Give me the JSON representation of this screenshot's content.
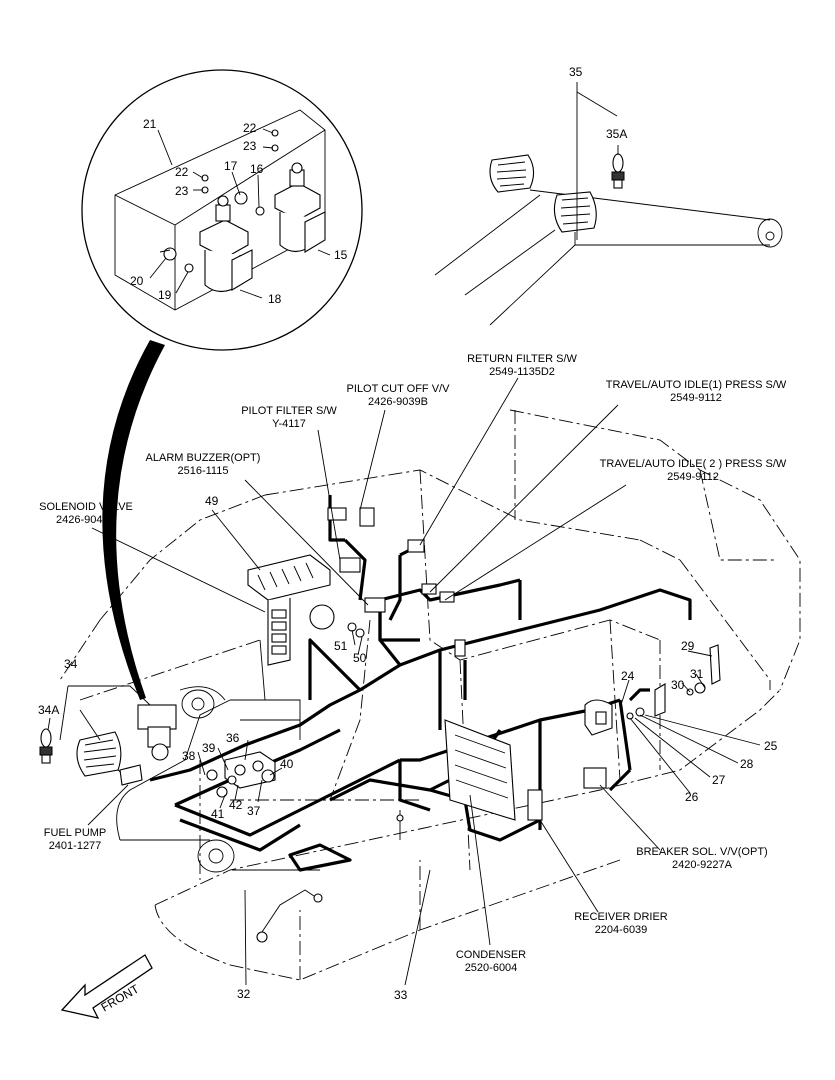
{
  "callouts": {
    "c15": "15",
    "c16": "16",
    "c17": "17",
    "c18": "18",
    "c19": "19",
    "c20": "20",
    "c21": "21",
    "c22a": "22",
    "c22b": "22",
    "c23a": "23",
    "c23b": "23",
    "c24": "24",
    "c25": "25",
    "c26": "26",
    "c27": "27",
    "c28": "28",
    "c29": "29",
    "c30": "30",
    "c31": "31",
    "c32": "32",
    "c33": "33",
    "c34": "34",
    "c34A": "34A",
    "c35": "35",
    "c35A": "35A",
    "c36": "36",
    "c37": "37",
    "c38": "38",
    "c39": "39",
    "c40": "40",
    "c41": "41",
    "c42": "42",
    "c49": "49",
    "c50": "50",
    "c51": "51"
  },
  "components": {
    "return_filter": {
      "name": "RETURN FILTER S/W",
      "code": "2549-1135D2"
    },
    "pilot_cut_off": {
      "name": "PILOT CUT OFF V/V",
      "code": "2426-9039B"
    },
    "travel_idle_1": {
      "name": "TRAVEL/AUTO IDLE(1) PRESS S/W",
      "code": "2549-9112"
    },
    "pilot_filter": {
      "name": "PILOT FILTER S/W",
      "code": "Y-4117"
    },
    "alarm_buzzer": {
      "name": "ALARM BUZZER(OPT)",
      "code": "2516-1115"
    },
    "travel_idle_2": {
      "name": "TRAVEL/AUTO IDLE( 2 ) PRESS S/W",
      "code": "2549-9112"
    },
    "solenoid_valve": {
      "name": "SOLENOID VALVE",
      "code": "2426-9040A"
    },
    "fuel_pump": {
      "name": "FUEL PUMP",
      "code": "2401-1277"
    },
    "breaker_sol": {
      "name": "BREAKER SOL. V/V(OPT)",
      "code": "2420-9227A"
    },
    "receiver_drier": {
      "name": "RECEIVER DRIER",
      "code": "2204-6039"
    },
    "condenser": {
      "name": "CONDENSER",
      "code": "2520-6004"
    }
  },
  "front_label": "FRONT"
}
